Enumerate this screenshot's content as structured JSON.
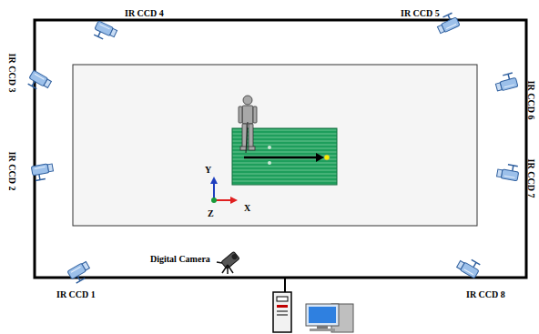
{
  "diagram": {
    "labels": [
      "IR CCD 4",
      "IR CCD 5",
      "IR CCD 3",
      "IR CCD 6",
      "IR CCD 2",
      "IR CCD 7",
      "Y",
      "X",
      "Z",
      "Digital Camera",
      "IR CCD 1",
      "IR CCD 8"
    ]
  }
}
